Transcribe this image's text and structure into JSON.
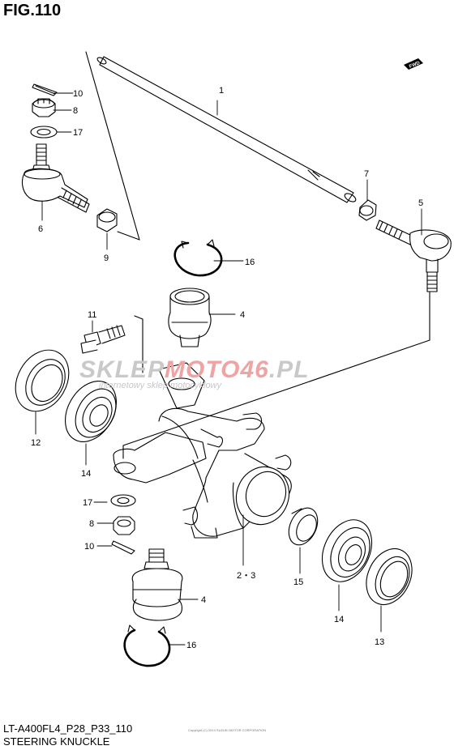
{
  "figure": {
    "title": "FIG.110",
    "model_code": "LT-A400FL4_P28_P33_110",
    "name": "STEERING KNUCKLE",
    "copyright": "Copyright (C) 2014 SUZUKI MOTOR CORPORATION"
  },
  "watermark": {
    "brand_prefix": "SKLEP",
    "brand_highlight": "MOTO46",
    "brand_suffix": ".PL",
    "tagline": "internetowy sklep motocyklowy"
  },
  "direction_badge": "FWD",
  "callouts": {
    "c1": "1",
    "c2_3": "2・3",
    "c4a": "4",
    "c4b": "4",
    "c5": "5",
    "c6": "6",
    "c7": "7",
    "c8a": "8",
    "c8b": "8",
    "c9": "9",
    "c10a": "10",
    "c10b": "10",
    "c11": "11",
    "c12": "12",
    "c13": "13",
    "c14a": "14",
    "c14b": "14",
    "c15": "15",
    "c16a": "16",
    "c16b": "16",
    "c17a": "17",
    "c17b": "17"
  },
  "colors": {
    "line": "#000000",
    "watermark_gray": "#c9c9c9",
    "watermark_red": "#f0a3a3"
  }
}
